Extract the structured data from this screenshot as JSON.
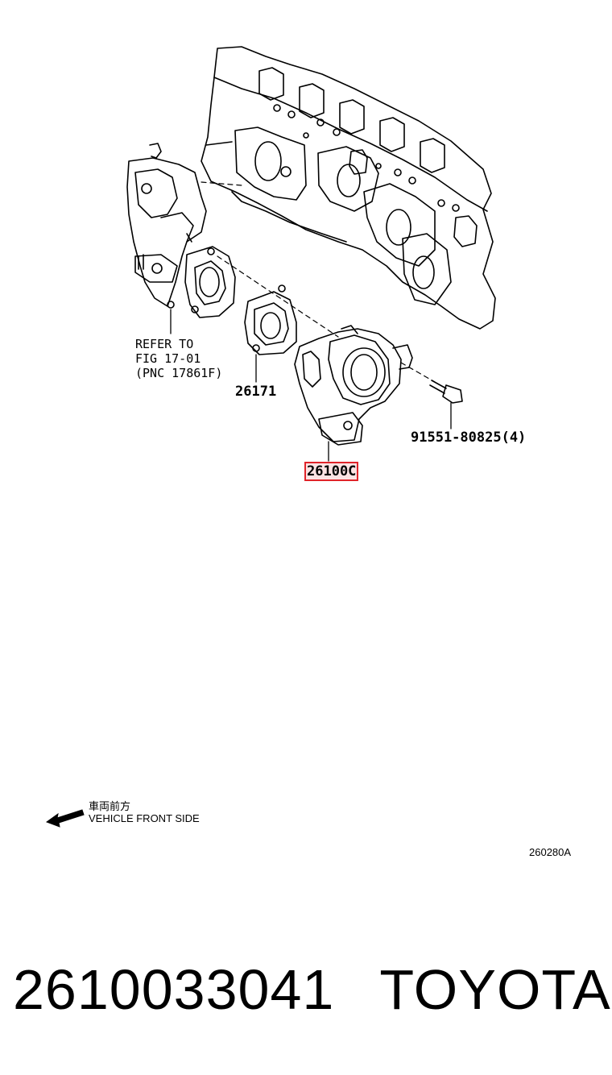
{
  "callouts": {
    "refer_line1": "REFER TO",
    "refer_line2": "FIG 17-01",
    "refer_line3": "(PNC 17861F)",
    "gasket": "26171",
    "bolt": "91551-80825(4)",
    "throttle_body": "26100C"
  },
  "direction": {
    "japanese": "車両前方",
    "english": "VEHICLE FRONT SIDE"
  },
  "illustration_id": "260280A",
  "footer": {
    "part_number": "2610033041",
    "brand": "TOYOTA"
  },
  "colors": {
    "highlight_border": "#e0242a",
    "highlight_fill": "#fbe3e3",
    "line": "#000000"
  }
}
